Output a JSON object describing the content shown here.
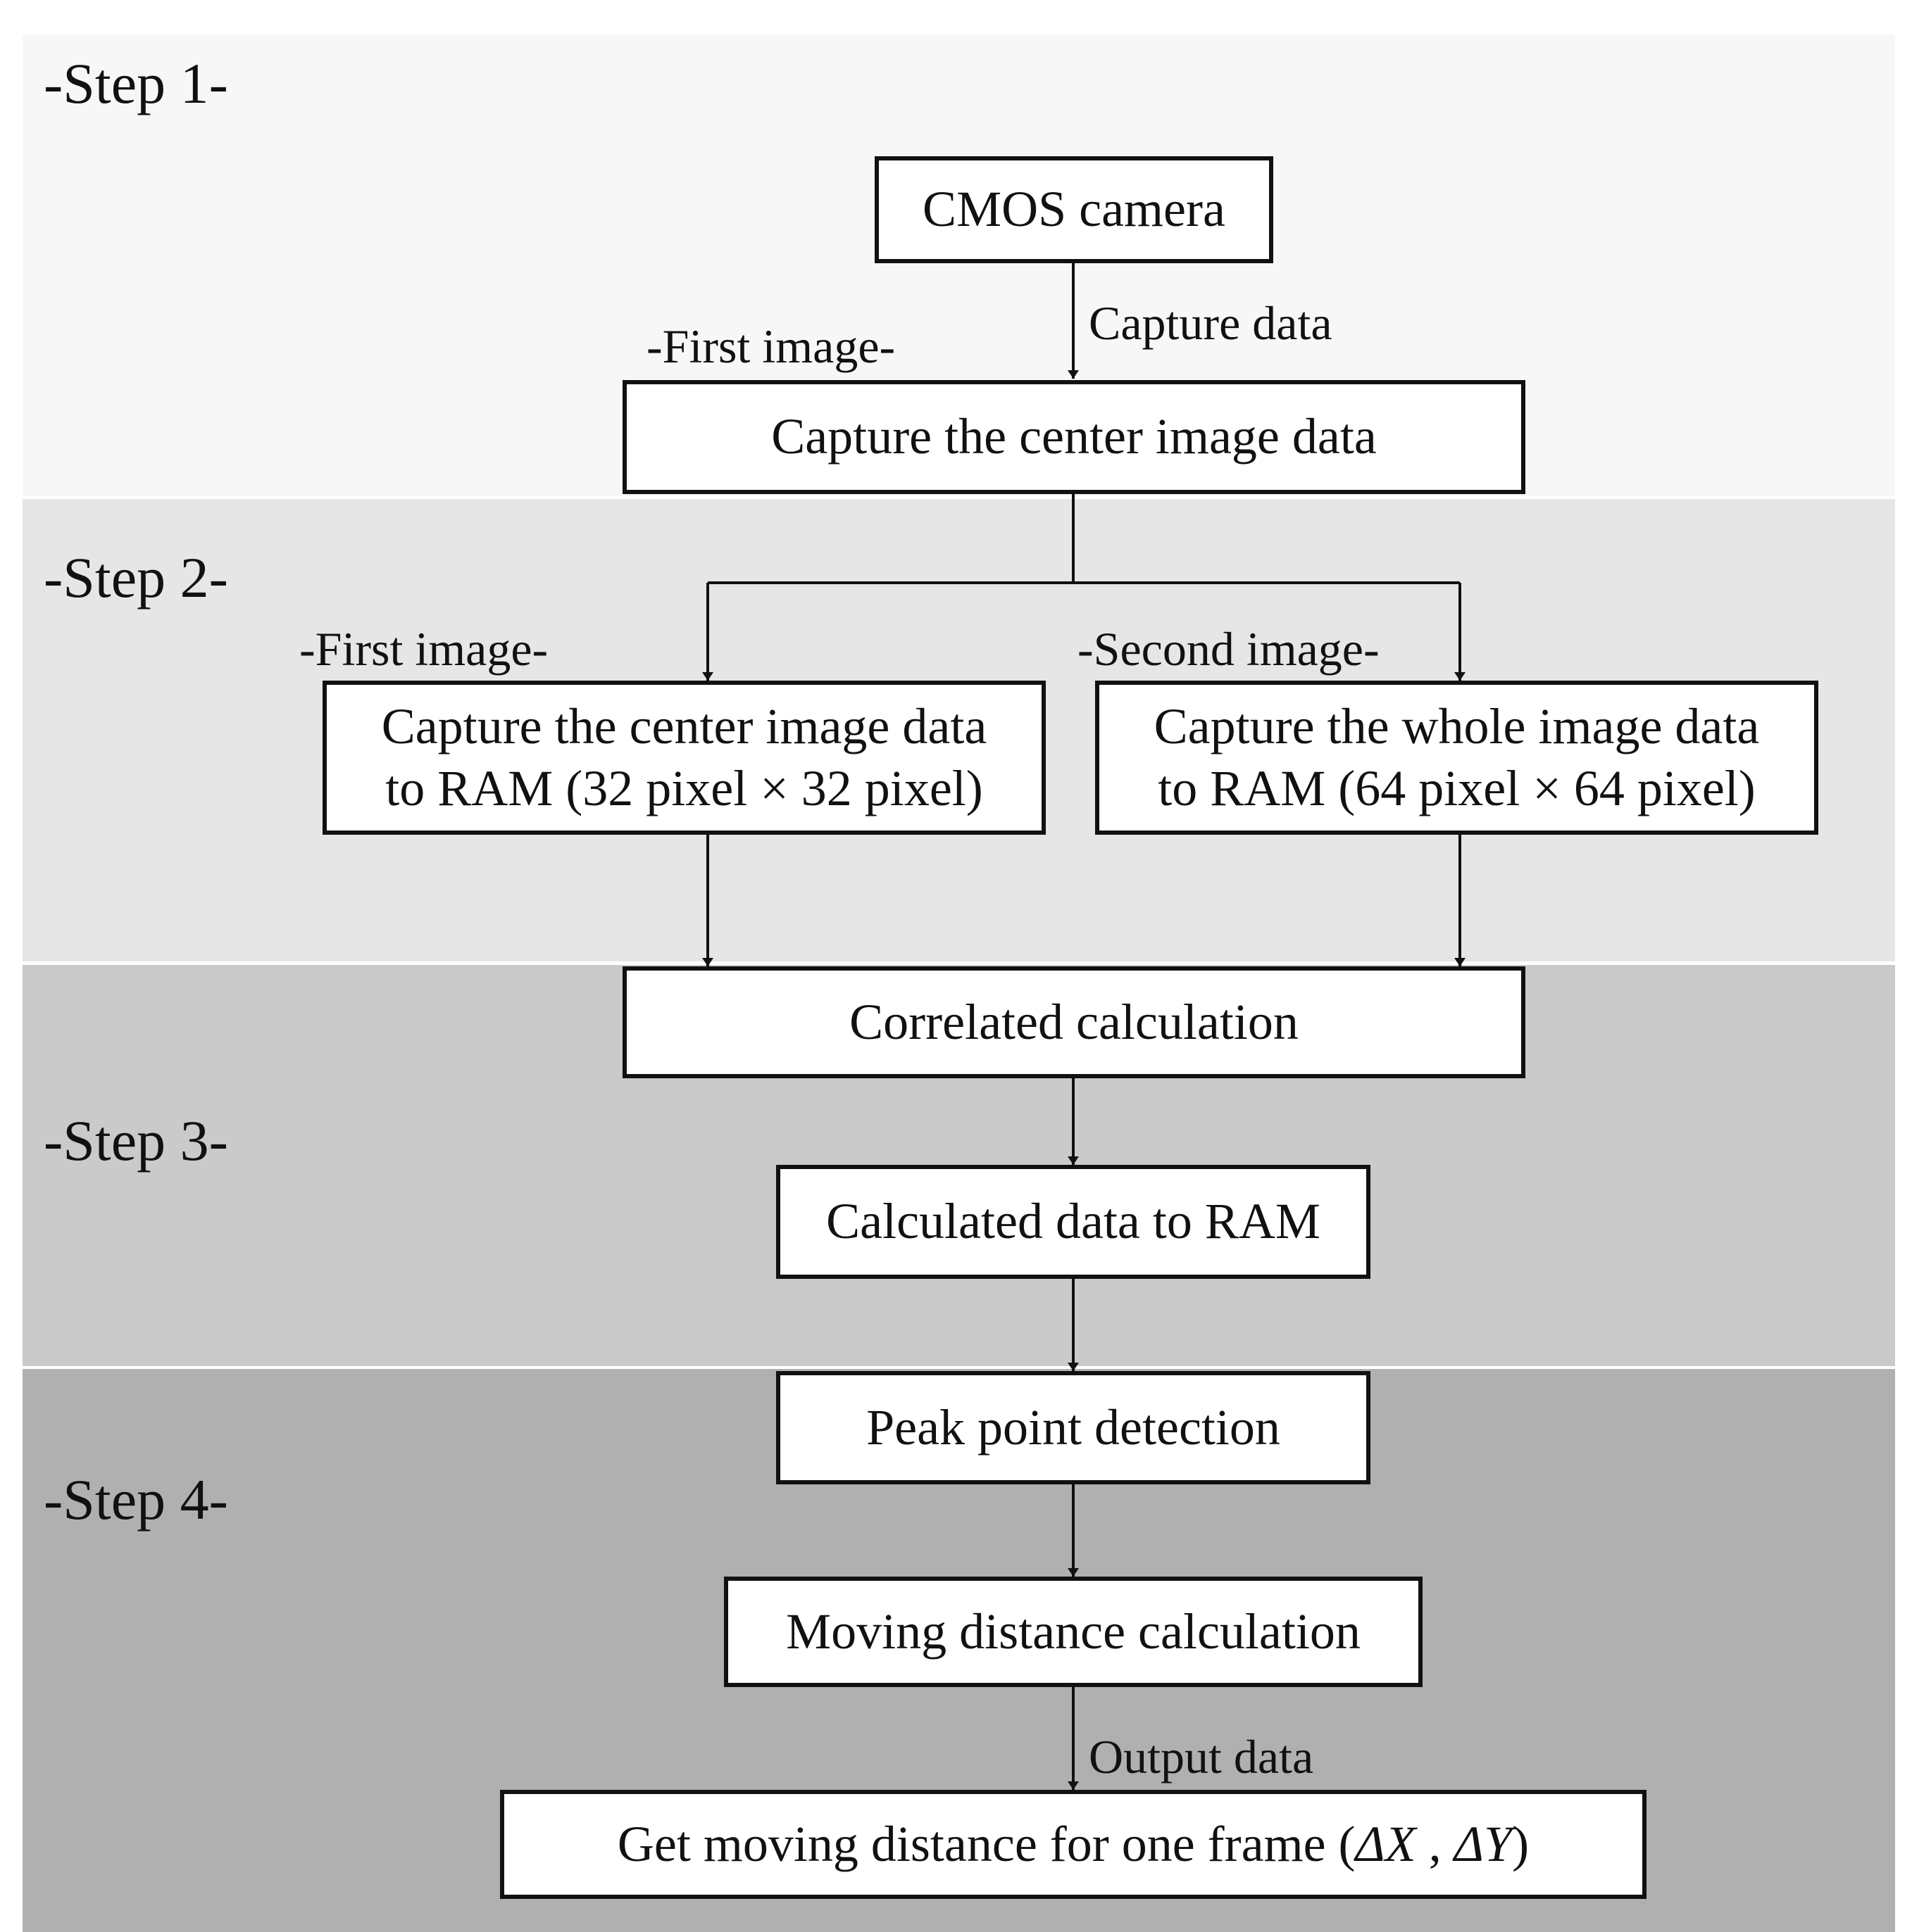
{
  "colors": {
    "step1_background": "#f7f7f7",
    "step2_background": "#e6e6e6",
    "step3_background": "#cacaca",
    "step4_background": "#b0b0b0",
    "line": "#111111",
    "box_fill": "#ffffff"
  },
  "steps": [
    {
      "label": "-Step 1-"
    },
    {
      "label": "-Step 2-"
    },
    {
      "label": "-Step 3-"
    },
    {
      "label": "-Step 4-"
    }
  ],
  "nodes": {
    "cmos_camera": "CMOS camera",
    "capture_center_step1": "Capture the center image data",
    "capture_center_ram": "Capture the center image data\nto RAM (32 pixel × 32 pixel)",
    "capture_whole_ram": "Capture the whole image data\nto RAM (64 pixel × 64 pixel)",
    "correlated_calculation": "Correlated calculation",
    "calculated_data_ram": "Calculated data to RAM",
    "peak_point_detection": "Peak point detection",
    "moving_distance_calculation": "Moving distance calculation",
    "get_moving_distance_prefix": "Get moving distance for one frame (",
    "delta_x": "ΔX",
    "comma": " , ",
    "delta_y": "ΔY",
    "closing_paren": ")"
  },
  "annotations": {
    "capture_data": "Capture data",
    "first_image_step1": "-First image-",
    "first_image_step2": "-First image-",
    "second_image": "-Second image-",
    "output_data": "Output data"
  }
}
